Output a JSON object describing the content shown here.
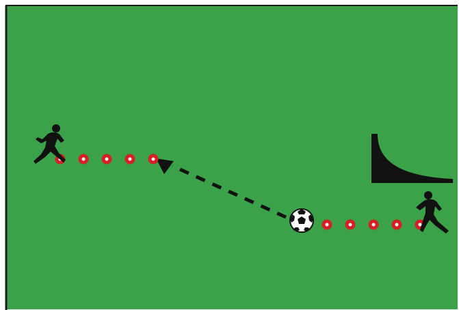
{
  "diagram": {
    "colors": {
      "pitch": "#3ba24a",
      "border": "#1a1a1a",
      "cone": "#d61f26",
      "cone_center": "#ffffff",
      "silhouette": "#111111",
      "arrow": "#111111",
      "ball_white": "#ffffff",
      "ball_black": "#111111"
    },
    "elements": {
      "left_player": "running-player-icon",
      "right_player": "running-player-icon",
      "ball": "soccer-ball-icon",
      "pass": "dashed-arrow-icon",
      "ramp": "curved-ramp-icon"
    },
    "cone_rows": [
      {
        "name": "top-cone-row",
        "count": 5
      },
      {
        "name": "bottom-cone-row",
        "count": 5
      }
    ]
  }
}
